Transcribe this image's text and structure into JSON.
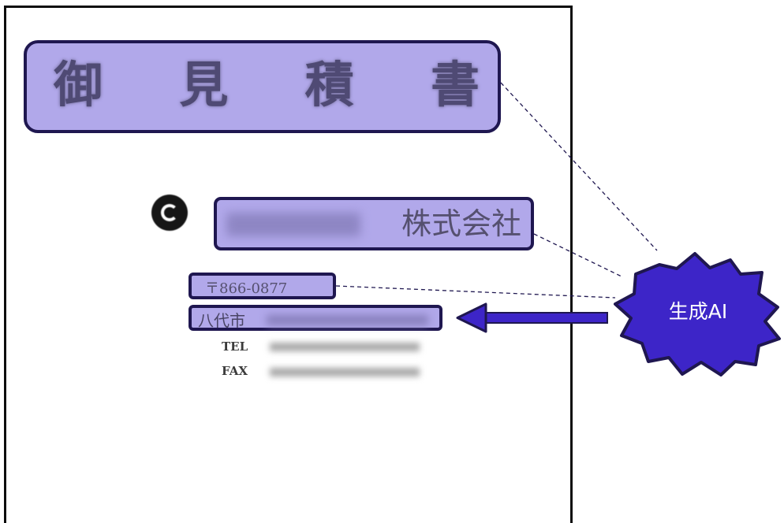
{
  "document": {
    "title_chars": [
      "御",
      "見",
      "積",
      "書"
    ],
    "company_suffix": "株式会社",
    "postal": "〒866-0877",
    "address_prefix": "八代市",
    "tel_label": "TEL",
    "fax_label": "FAX"
  },
  "callout": {
    "label": "生成AI",
    "fill_color": "#3d25c8",
    "highlight_color": "#b1a8ea",
    "border_color": "#1f1750"
  }
}
